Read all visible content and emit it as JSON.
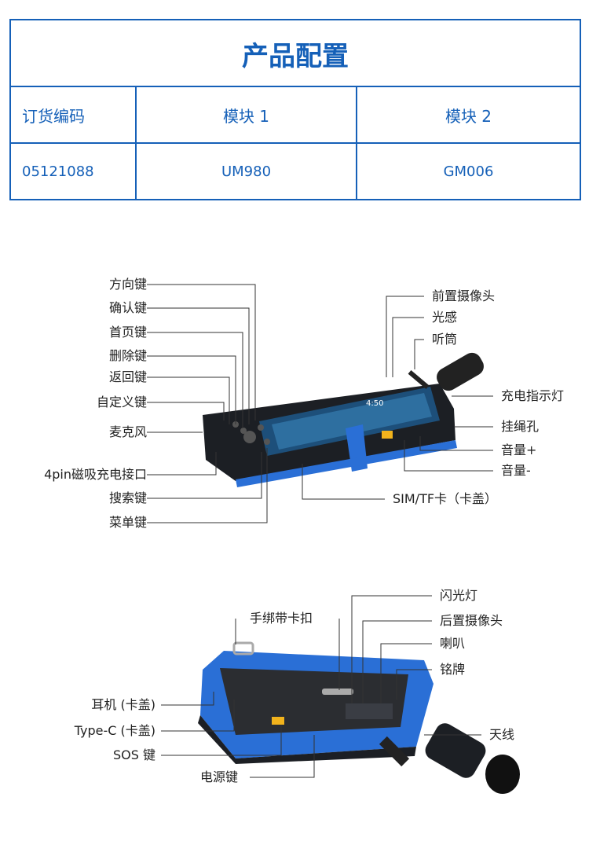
{
  "table": {
    "title": "产品配置",
    "headers": [
      "订货编码",
      "模块 1",
      "模块 2"
    ],
    "row": [
      "05121088",
      "UM980",
      "GM006"
    ]
  },
  "front_view": {
    "screen_time": "4:50",
    "left_labels": [
      "方向键",
      "确认键",
      "首页键",
      "删除键",
      "返回键",
      "自定义键",
      "麦克风",
      "4pin磁吸充电接口",
      "搜索键",
      "菜单键"
    ],
    "right_labels": [
      "前置摄像头",
      "光感",
      "听筒",
      "充电指示灯",
      "挂绳孔",
      "音量+",
      "音量-",
      "SIM/TF卡（卡盖）"
    ]
  },
  "back_view": {
    "right_labels": [
      "闪光灯",
      "后置摄像头",
      "喇叭",
      "铭牌",
      "天线"
    ],
    "top_label": "手绑带卡扣",
    "left_labels": [
      "耳机 (卡盖)",
      "Type-C (卡盖)",
      "SOS 键",
      "电源键"
    ]
  },
  "colors": {
    "accent": "#1560b8",
    "device_blue": "#2a6fd6",
    "device_dark": "#1c1f24"
  }
}
